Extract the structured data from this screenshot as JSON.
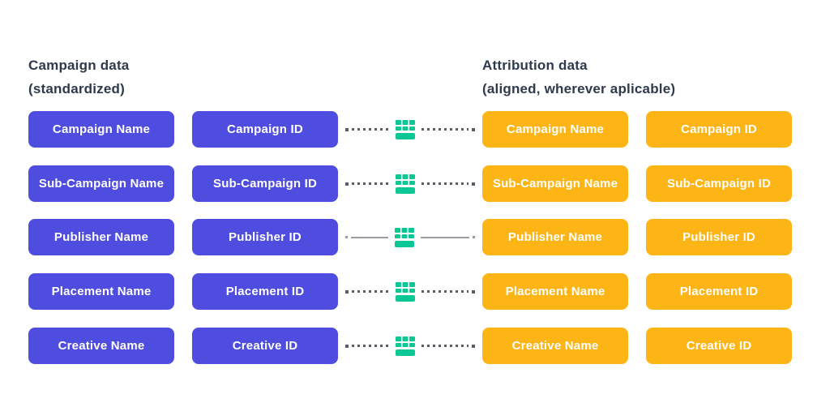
{
  "page": {
    "background": "#ffffff"
  },
  "colors": {
    "page_bg": "#ffffff",
    "blue_box": "#4f4ce0",
    "orange_box": "#fdb515",
    "icon_green": "#0bc795",
    "line_dark": "#5c5c66",
    "line_light": "#9b9ba1",
    "heading_text": "#2e3a4c",
    "box_text": "#ffffff"
  },
  "headers": {
    "left": {
      "title": "Campaign data",
      "subtitle": "(standardized)"
    },
    "right": {
      "title": "Attribution data",
      "subtitle": "(aligned, wherever aplicable)"
    }
  },
  "rows": [
    {
      "left_name": "Campaign Name",
      "left_id": "Campaign ID",
      "right_name": "Campaign Name",
      "right_id": "Campaign ID",
      "connector_style": "dotted",
      "connector_icon": "table-icon"
    },
    {
      "left_name": "Sub-Campaign Name",
      "left_id": "Sub-Campaign ID",
      "right_name": "Sub-Campaign Name",
      "right_id": "Sub-Campaign ID",
      "connector_style": "dotted",
      "connector_icon": "table-icon"
    },
    {
      "left_name": "Publisher Name",
      "left_id": "Publisher ID",
      "right_name": "Publisher Name",
      "right_id": "Publisher ID",
      "connector_style": "solid",
      "connector_icon": "table-icon"
    },
    {
      "left_name": "Placement Name",
      "left_id": "Placement ID",
      "right_name": "Placement Name",
      "right_id": "Placement ID",
      "connector_style": "dotted",
      "connector_icon": "table-icon"
    },
    {
      "left_name": "Creative Name",
      "left_id": "Creative ID",
      "right_name": "Creative Name",
      "right_id": "Creative ID",
      "connector_style": "dotted",
      "connector_icon": "table-icon"
    }
  ]
}
